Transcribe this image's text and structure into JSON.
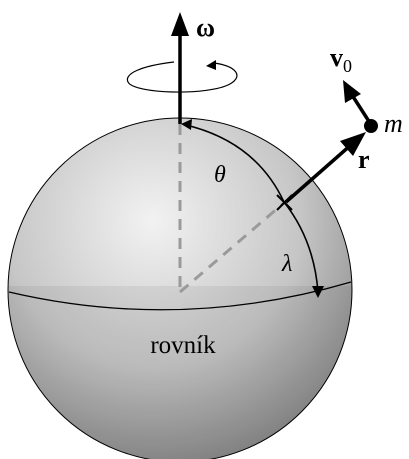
{
  "labels": {
    "omega": "ω",
    "v": "v",
    "v_sub": "0",
    "m": "m",
    "r": "r",
    "theta": "θ",
    "lambda": "λ",
    "equator": "rovník"
  },
  "colors": {
    "sphere_light": "#f2f2f2",
    "sphere_mid": "#bdbdbd",
    "sphere_dark": "#7d7d7d",
    "dashed_line": "#9a9a9a",
    "ink": "#000000"
  },
  "icons": {
    "rotation": "rotation-arrow-icon"
  }
}
